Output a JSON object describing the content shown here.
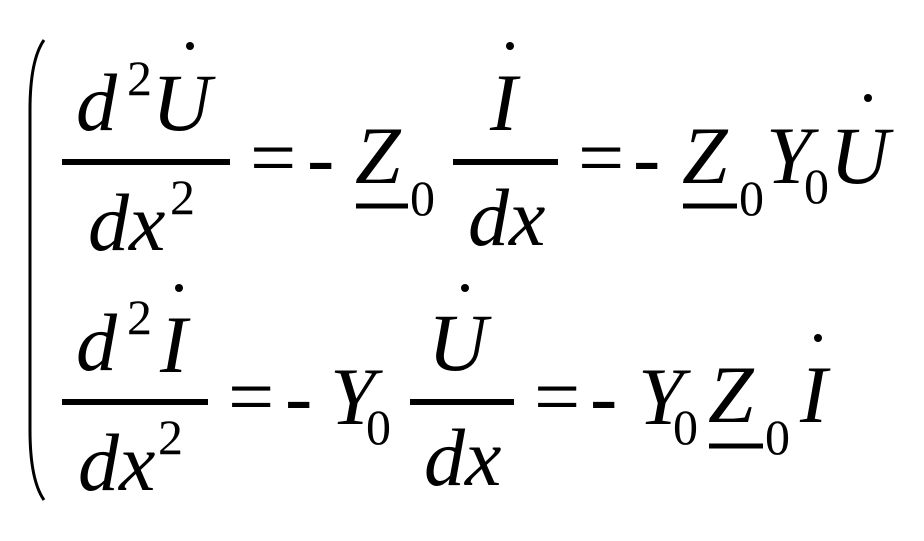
{
  "equation": {
    "letters": {
      "d": "d",
      "dx": "dx",
      "U": "U",
      "I": "I",
      "Z": "Z",
      "Y": "Y",
      "two": "2",
      "zero": "0",
      "equals": "=",
      "minus": "-"
    },
    "marks": {
      "dot": "·"
    },
    "text_color": "#000000",
    "background_color": "#ffffff"
  }
}
